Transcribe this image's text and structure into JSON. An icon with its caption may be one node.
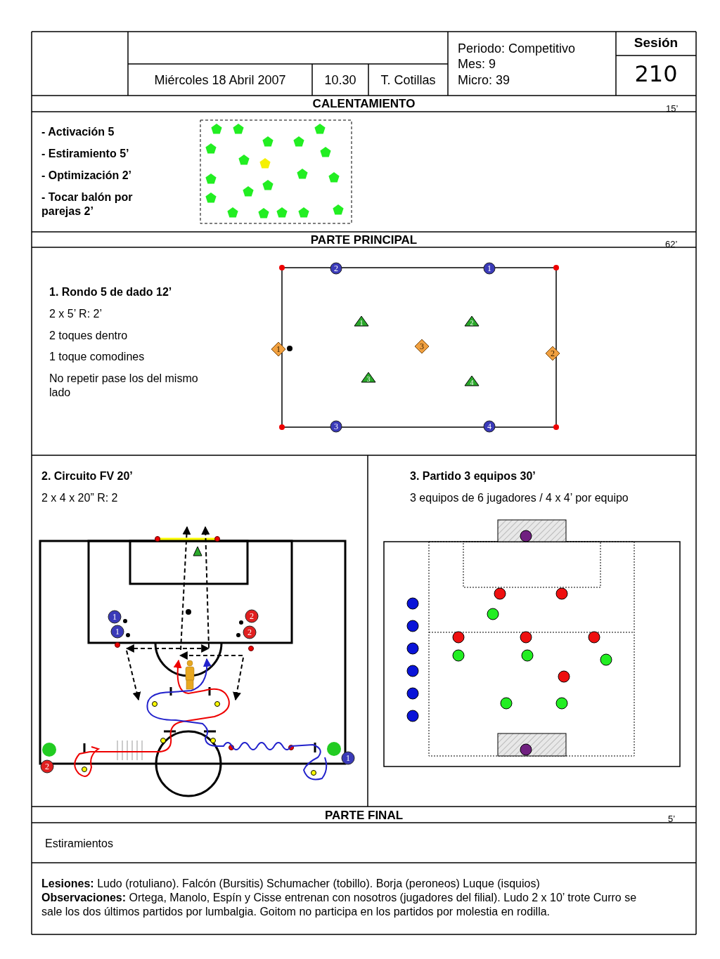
{
  "diagram": {
    "labels": [
      "Sesión",
      "Miércoles 18 Abril 2007",
      "10.30",
      "T. Cotillas",
      "Periodo: Competitivo",
      "Mes: 9",
      "Micro: 39",
      "210",
      "CALENTAMIENTO",
      "15’",
      "- Activación 5",
      "- Estiramiento 5’",
      "- Optimización 2’",
      "- Tocar balón por parejas 2’",
      "PARTE PRINCIPAL",
      "62’",
      "1. Rondo 5 de dado 12’",
      "2 x 5’ R: 2’",
      "2 toques dentro",
      "1 toque comodines",
      "No repetir pase los del mismo lado",
      "2",
      "1",
      "1",
      "2",
      "1",
      "3",
      "2",
      "3",
      "4",
      "3",
      "4",
      "2. Circuito FV 20’",
      "2 x 4 x 20” R: 2",
      "3. Partido 3 equipos 30’",
      "3 equipos de 6 jugadores / 4 x 4’ por equipo",
      "1",
      "2",
      "1",
      "2",
      "1",
      "2",
      "PARTE FINAL",
      "5’",
      "Estiramientos",
      "**Lesiones:** Ludo (rotuliano). Falcón (Bursitis) Schumacher (tobillo). Borja (peroneos) Luque (isquios)",
      "**Observaciones:** Ortega, Manolo, Espín y Cisse entrenan con nosotros (jugadores del filial). Ludo 2 x 10’ trote Curro se sale los dos últimos partidos por lumbalgia. Goitom no participa en los partidos por molestia en rodilla."
    ]
  }
}
